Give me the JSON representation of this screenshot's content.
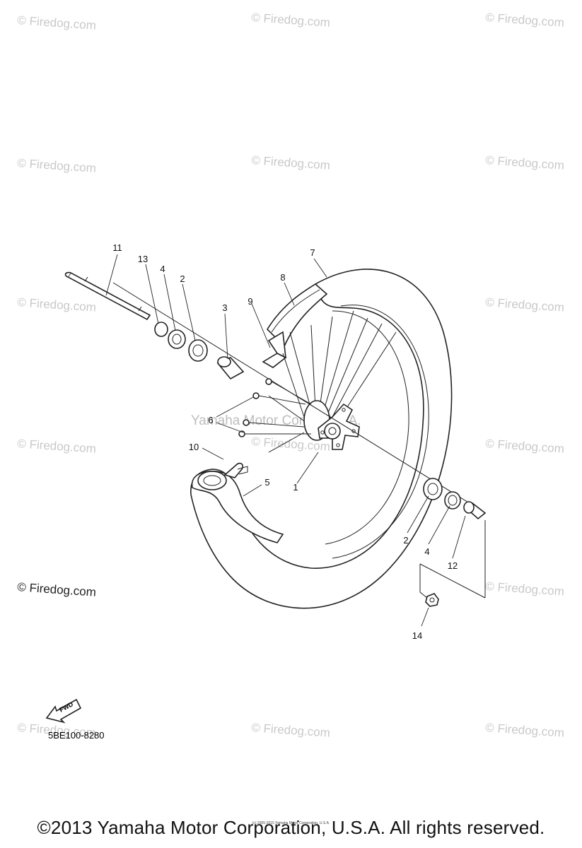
{
  "watermark": "© Firedog.com",
  "center_watermark": "Yamaha Motor Corp., U.S.A.",
  "callouts": {
    "c1": "1",
    "c2a": "2",
    "c2b": "2",
    "c3": "3",
    "c4a": "4",
    "c4b": "4",
    "c5": "5",
    "c6": "6",
    "c7": "7",
    "c8": "8",
    "c9": "9",
    "c10": "10",
    "c11": "11",
    "c12": "12",
    "c13": "13",
    "c14": "14"
  },
  "fwd_label": "FWD",
  "diagram_code": "5BE100-8280",
  "footer_small": "(c) 2005-2015 Yamaha Motor Corporation, U.S.A.",
  "footer": "©2013 Yamaha Motor Corporation, U.S.A. All rights reserved."
}
